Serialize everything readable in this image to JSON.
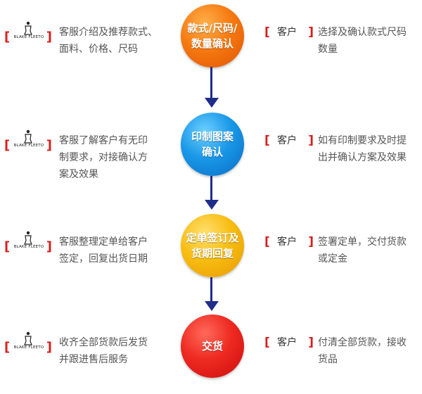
{
  "brand": {
    "name": "BLAKE FLEETO",
    "bracket_left": "[",
    "bracket_right": "]"
  },
  "customer_label": "客户",
  "colors": {
    "bracket": "#d71f1f",
    "arrow": "#1f2d8a",
    "circle_orange": "#f26a10",
    "circle_blue": "#1590e0",
    "circle_yellow": "#f4b70e",
    "circle_red": "#e81f1f",
    "text": "#555555"
  },
  "steps": [
    {
      "title_lines": [
        "款式/尺码/",
        "数量确认"
      ],
      "circle_color": "orange",
      "service": [
        "客服介绍及推荐款式、",
        "面料、价格、尺码"
      ],
      "customer": [
        "选择及确认款式尺码",
        "数量"
      ]
    },
    {
      "title_lines": [
        "印制图案",
        "确认"
      ],
      "circle_color": "blue",
      "service": [
        "客服了解客户有无印",
        "制要求，对接确认方",
        "案及效果"
      ],
      "customer": [
        "如有印制要求及时提",
        "出并确认方案及效果"
      ]
    },
    {
      "title_lines": [
        "定单签订及",
        "货期回复"
      ],
      "circle_color": "yellow",
      "service": [
        "客服整理定单给客户",
        "签定，回复出货日期"
      ],
      "customer": [
        "签署定单，交付货款",
        "或定金"
      ]
    },
    {
      "title_lines": [
        "交货"
      ],
      "circle_color": "red",
      "service": [
        "收齐全部货款后发货",
        "并跟进售后服务"
      ],
      "customer": [
        "付清全部货款，接收",
        "货品"
      ]
    }
  ]
}
